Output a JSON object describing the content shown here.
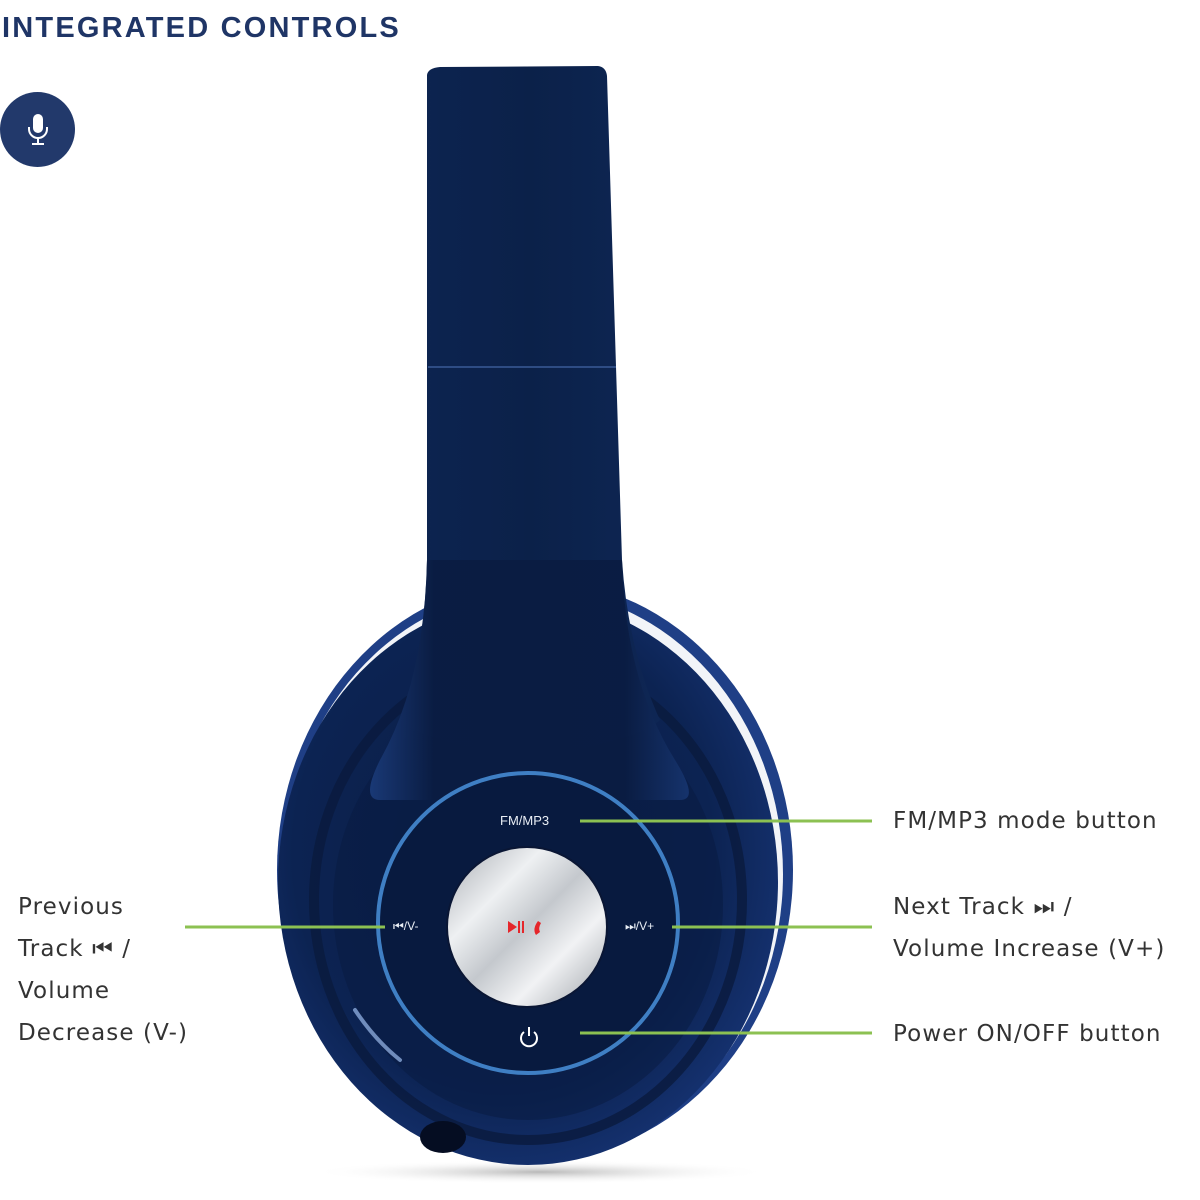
{
  "header": {
    "title": "INTEGRATED CONTROLS",
    "badge_icon": "microphone-icon"
  },
  "device": {
    "name": "headphones",
    "colors": {
      "body": "#0d2250",
      "body_dark": "#071838",
      "ring": "#3f7fc4",
      "silver": "#d9dce0",
      "callout_line": "#8cc152",
      "accent_red": "#e5262b"
    },
    "printed_labels": {
      "mode": "FM/MP3",
      "prev": "⏮/V-",
      "next": "⏭/V+",
      "center": "⏯ ✆",
      "power": "⏻"
    }
  },
  "callouts": [
    {
      "id": "fm-mp3",
      "side": "right",
      "lines": [
        "FM/MP3 mode button"
      ]
    },
    {
      "id": "next-track",
      "side": "right",
      "lines": [
        "Next Track ⏭ /",
        "Volume Increase (V+)"
      ]
    },
    {
      "id": "power",
      "side": "right",
      "lines": [
        "Power ON/OFF button"
      ]
    },
    {
      "id": "previous-track",
      "side": "left",
      "lines": [
        "Previous",
        "Track ⏮ /",
        "Volume",
        "Decrease (V-)"
      ]
    }
  ]
}
